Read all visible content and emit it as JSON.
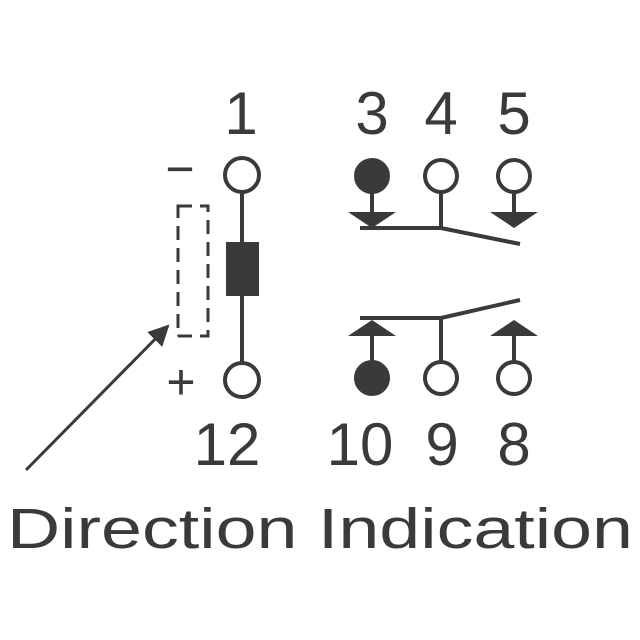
{
  "pins": {
    "top": [
      "1",
      "3",
      "4",
      "5"
    ],
    "bottom": [
      "12",
      "10",
      "9",
      "8"
    ]
  },
  "polarity": {
    "top": "−",
    "bottom": "+",
    "indicator_bottom": "−"
  },
  "caption": "Direction Indication",
  "colors": {
    "ink": "#3a3a3a",
    "background": "#ffffff"
  }
}
